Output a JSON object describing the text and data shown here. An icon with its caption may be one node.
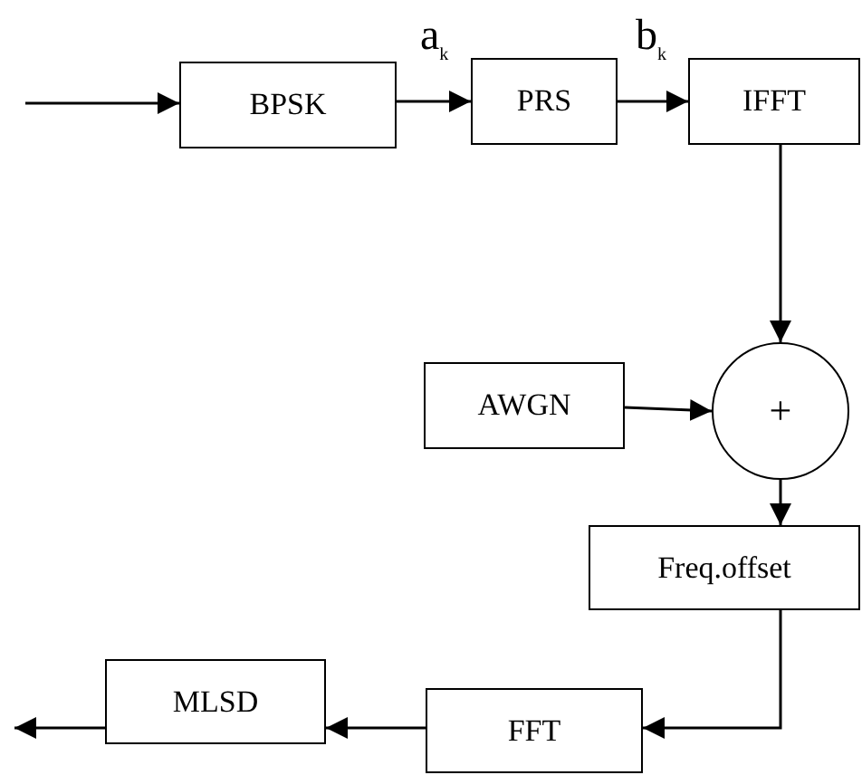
{
  "diagram": {
    "nodes": [
      {
        "text": [
          "BPSK"
        ]
      },
      {
        "text": [
          "PRS"
        ]
      },
      {
        "text": [
          "IFFT"
        ]
      },
      {
        "text": [
          "AWGN"
        ]
      },
      {
        "text": [
          "+"
        ]
      },
      {
        "text": [
          "Freq.offset"
        ]
      },
      {
        "text": [
          "FFT"
        ]
      },
      {
        "text": [
          "MLSD"
        ]
      }
    ],
    "edges": [
      {
        "from": null,
        "to": 0,
        "arrow": "to"
      },
      {
        "from": 0,
        "to": 1,
        "arrow": "to",
        "label": "a$_{k}$"
      },
      {
        "from": 1,
        "to": 2,
        "arrow": "to",
        "label": "b$_{k}$"
      },
      {
        "from": 2,
        "to": 4,
        "arrow": "to"
      },
      {
        "from": 3,
        "to": 4,
        "arrow": "to"
      },
      {
        "from": 4,
        "to": 5,
        "arrow": "to"
      },
      {
        "from": 5,
        "to": 6,
        "arrow": "to"
      },
      {
        "from": 6,
        "to": 7,
        "arrow": "to"
      },
      {
        "from": 7,
        "to": null,
        "arrow": "to"
      }
    ]
  }
}
